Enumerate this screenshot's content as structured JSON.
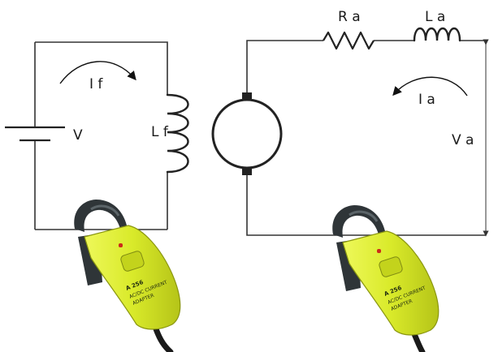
{
  "labels": {
    "field_current": "I f",
    "source_voltage": "V",
    "field_inductance": "L f",
    "armature_resistance": "R a",
    "armature_inductance": "L a",
    "armature_current": "I a",
    "armature_voltage": "V a"
  },
  "probe": {
    "model": "A 256",
    "caption_line1": "AC/DC CURRENT",
    "caption_line2": "ADAPTER"
  },
  "colors": {
    "probe_body": "#d9ea2a",
    "probe_trim": "#2f3538",
    "wire": "#333333"
  },
  "icons": [
    "current-clamp-icon",
    "dc-motor-icon",
    "battery-icon"
  ]
}
